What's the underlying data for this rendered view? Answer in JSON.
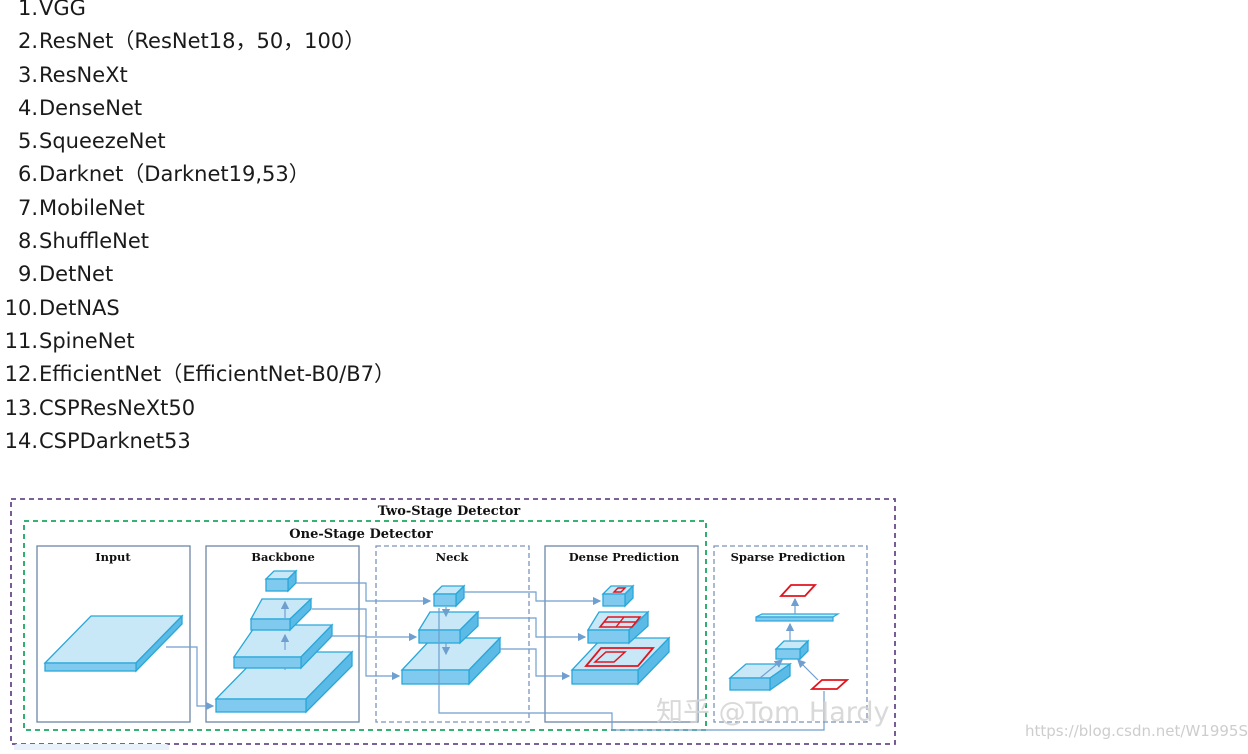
{
  "backbone_list": [
    {
      "num": "1.",
      "text": "VGG"
    },
    {
      "num": "2.",
      "text": "ResNet（ResNet18，50，100）"
    },
    {
      "num": "3.",
      "text": "ResNeXt"
    },
    {
      "num": "4.",
      "text": "DenseNet"
    },
    {
      "num": "5.",
      "text": "SqueezeNet"
    },
    {
      "num": "6.",
      "text": "Darknet（Darknet19,53）"
    },
    {
      "num": "7.",
      "text": "MobileNet"
    },
    {
      "num": "8.",
      "text": "ShuffleNet"
    },
    {
      "num": "9.",
      "text": "DetNet"
    },
    {
      "num": "10.",
      "text": "DetNAS"
    },
    {
      "num": "11.",
      "text": "SpineNet"
    },
    {
      "num": "12.",
      "text": "EfficientNet（EfficientNet-B0/B7）"
    },
    {
      "num": "13.",
      "text": "CSPResNeXt50"
    },
    {
      "num": "14.",
      "text": "CSPDarknet53"
    }
  ],
  "diagram": {
    "two_stage_label": "Two-Stage Detector",
    "one_stage_label": "One-Stage Detector",
    "input_label": "Input",
    "backbone_label": "Backbone",
    "neck_label": "Neck",
    "dense_label": "Dense Prediction",
    "sparse_label": "Sparse Prediction"
  },
  "colors": {
    "block_fill": "#bfe3f5",
    "block_edge": "#2aa7d9",
    "arrow": "#6f9fcf",
    "box_red": "#e0141e",
    "two_stage_border": "#6a4a8a",
    "one_stage_border": "#1aa860"
  },
  "watermarks": {
    "zhihu": "知乎 @Tom Hardy",
    "csdn": "https://blog.csdn.net/W1995S"
  }
}
